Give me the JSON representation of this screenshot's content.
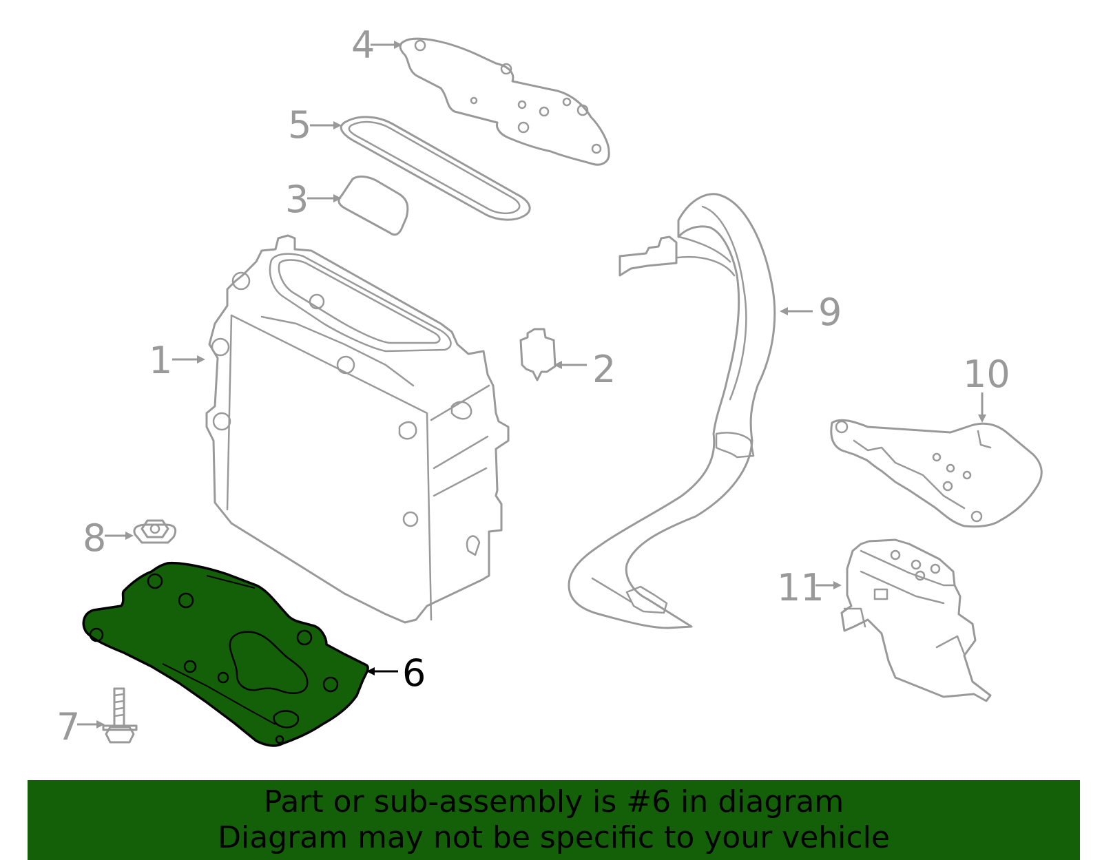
{
  "colors": {
    "highlight_fill": "#136009",
    "part_stroke": "#999999",
    "highlight_stroke": "#000000",
    "banner_bg": "#136009"
  },
  "callouts": [
    {
      "id": "1",
      "label": "1"
    },
    {
      "id": "2",
      "label": "2"
    },
    {
      "id": "3",
      "label": "3"
    },
    {
      "id": "4",
      "label": "4"
    },
    {
      "id": "5",
      "label": "5"
    },
    {
      "id": "6",
      "label": "6",
      "highlighted": true
    },
    {
      "id": "7",
      "label": "7"
    },
    {
      "id": "8",
      "label": "8"
    },
    {
      "id": "9",
      "label": "9"
    },
    {
      "id": "10",
      "label": "10"
    },
    {
      "id": "11",
      "label": "11"
    }
  ],
  "banner": {
    "line1": "Part or sub-assembly is #6 in diagram",
    "line2": "Diagram may not be specific to your vehicle"
  }
}
